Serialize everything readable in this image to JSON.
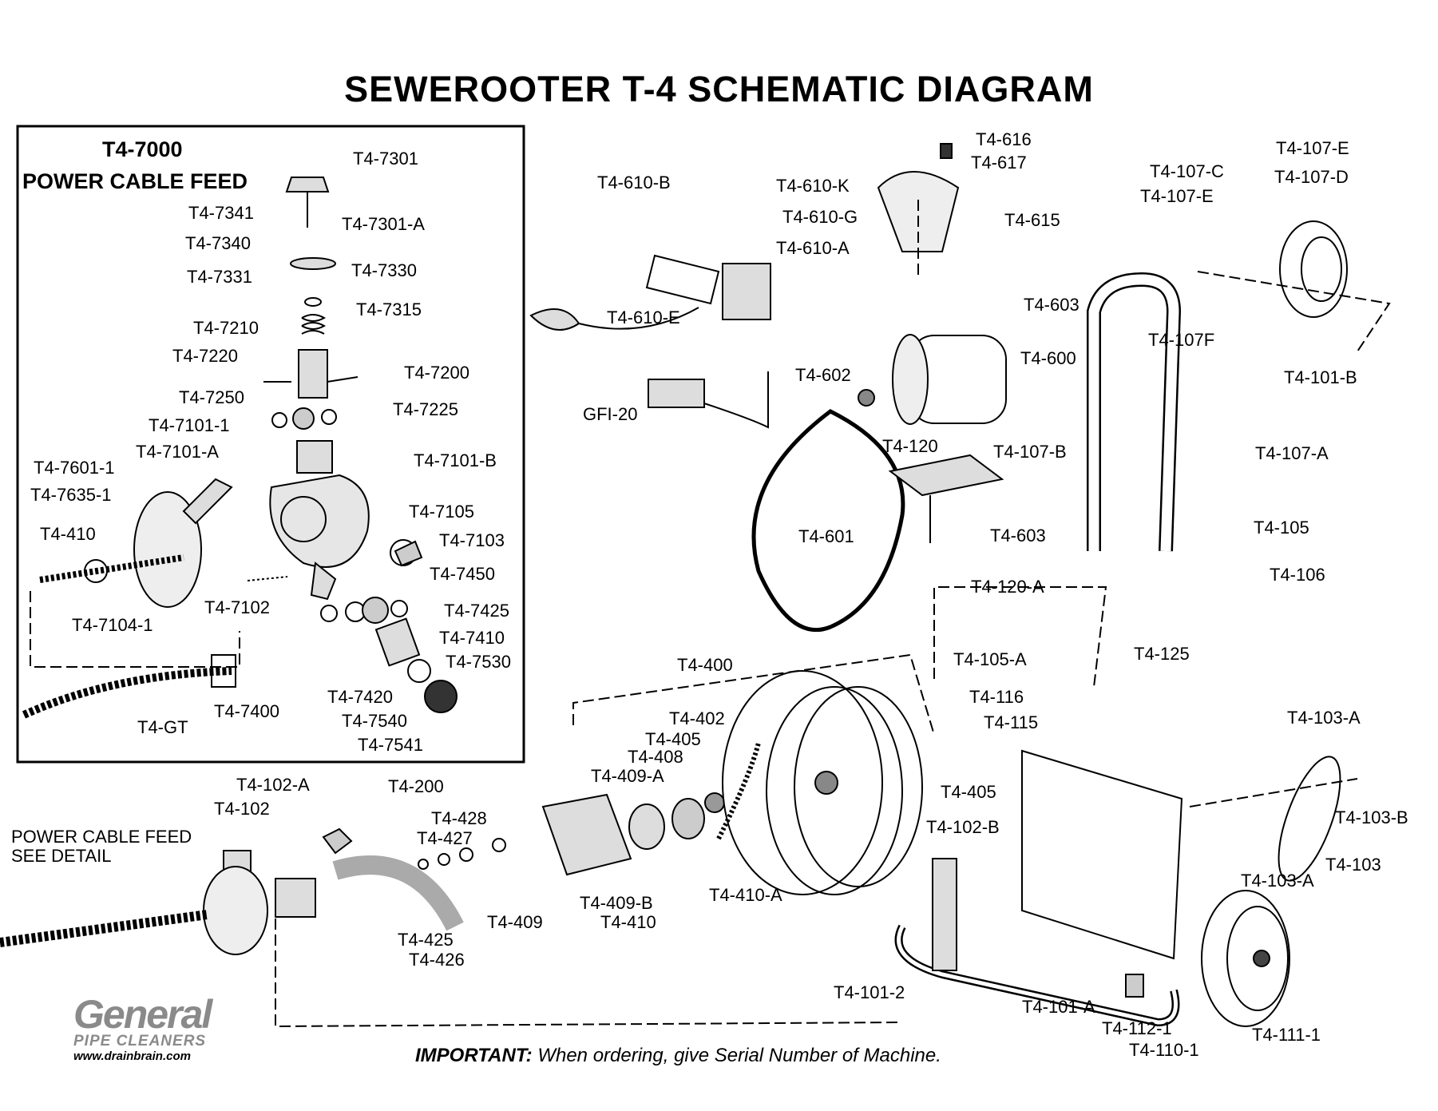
{
  "title": "SEWEROOTER T-4 SCHEMATIC DIAGRAM",
  "detail_box": {
    "code": "T4-7000",
    "name": "POWER CABLE FEED"
  },
  "side_note": {
    "line1": "POWER CABLE FEED",
    "line2": "SEE DETAIL"
  },
  "footer": {
    "important_label": "IMPORTANT:",
    "important_text": "When ordering, give Serial Number of Machine."
  },
  "logo": {
    "brand": "General",
    "sub": "PIPE CLEANERS",
    "url": "www.drainbrain.com"
  },
  "part_labels": [
    "T4-7301",
    "T4-7341",
    "T4-7301-A",
    "T4-7340",
    "T4-7331",
    "T4-7330",
    "T4-7315",
    "T4-7210",
    "T4-7220",
    "T4-7200",
    "T4-7250",
    "T4-7225",
    "T4-7101-1",
    "T4-7101-A",
    "T4-7101-B",
    "T4-7601-1",
    "T4-7635-1",
    "T4-7105",
    "T4-410",
    "T4-7103",
    "T4-7450",
    "T4-7102",
    "T4-7425",
    "T4-7104-1",
    "T4-7410",
    "T4-7530",
    "T4-7420",
    "T4-7400",
    "T4-7540",
    "T4-GT",
    "T4-7541",
    "T4-610-B",
    "T4-610-K",
    "T4-610-G",
    "T4-610-A",
    "T4-610-E",
    "GFI-20",
    "T4-616",
    "T4-617",
    "T4-615",
    "T4-603",
    "T4-600",
    "T4-602",
    "T4-120",
    "T4-601",
    "T4-603",
    "T4-120-A",
    "T4-107-E",
    "T4-107-C",
    "T4-107-D",
    "T4-107-E",
    "T4-107F",
    "T4-101-B",
    "T4-107-B",
    "T4-107-A",
    "T4-105",
    "T4-106",
    "T4-400",
    "T4-105-A",
    "T4-125",
    "T4-116",
    "T4-402",
    "T4-115",
    "T4-405",
    "T4-408",
    "T4-409-A",
    "T4-405",
    "T4-103-A",
    "T4-102-A",
    "T4-200",
    "T4-102",
    "T4-428",
    "T4-427",
    "T4-102-B",
    "T4-103-B",
    "T4-103",
    "T4-409-B",
    "T4-410-A",
    "T4-103-A",
    "T4-409",
    "T4-410",
    "T4-425",
    "T4-426",
    "T4-101-2",
    "T4-101-A",
    "T4-112-1",
    "T4-110-1",
    "T4-111-1"
  ]
}
